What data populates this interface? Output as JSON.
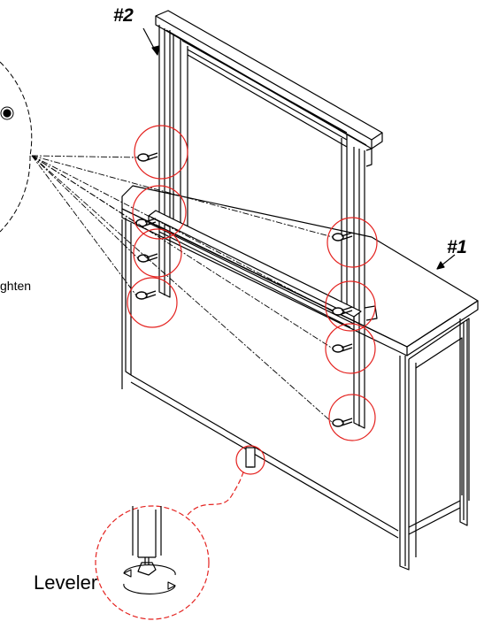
{
  "labels": {
    "part_2": "#2",
    "part_1": "#1",
    "tighten_partial": "ghten",
    "leveler": "Leveler"
  },
  "colors": {
    "line": "#000000",
    "callout": "#e4221f",
    "background": "#ffffff"
  },
  "icons": {
    "bolt": "bolt-icon",
    "rotate": "rotate-arrow-icon"
  }
}
